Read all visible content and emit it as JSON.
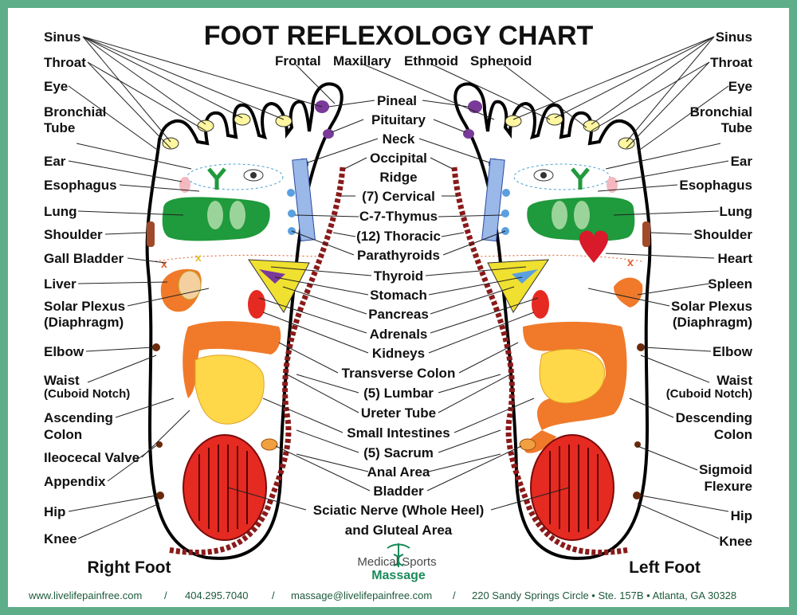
{
  "title": "FOOT REFLEXOLOGY CHART",
  "sinus_labels": {
    "frontal": "Frontal",
    "maxillary": "Maxillary",
    "ethmoid": "Ethmoid",
    "sphenoid": "Sphenoid"
  },
  "left_labels": {
    "sinus": "Sinus",
    "throat": "Throat",
    "eye": "Eye",
    "bronchial_1": "Bronchial",
    "bronchial_2": "Tube",
    "ear": "Ear",
    "esophagus": "Esophagus",
    "lung": "Lung",
    "shoulder": "Shoulder",
    "gall_bladder": "Gall Bladder",
    "liver": "Liver",
    "solar_1": "Solar Plexus",
    "solar_2": "(Diaphragm)",
    "elbow": "Elbow",
    "waist_1": "Waist",
    "waist_2": "(Cuboid Notch)",
    "ascending_1": "Ascending",
    "ascending_2": "Colon",
    "ileocecal": "Ileocecal Valve",
    "appendix": "Appendix",
    "hip": "Hip",
    "knee": "Knee"
  },
  "right_labels": {
    "sinus": "Sinus",
    "throat": "Throat",
    "eye": "Eye",
    "bronchial_1": "Bronchial",
    "bronchial_2": "Tube",
    "ear": "Ear",
    "esophagus": "Esophagus",
    "lung": "Lung",
    "shoulder": "Shoulder",
    "heart": "Heart",
    "spleen": "Spleen",
    "solar_1": "Solar Plexus",
    "solar_2": "(Diaphragm)",
    "elbow": "Elbow",
    "waist_1": "Waist",
    "waist_2": "(Cuboid Notch)",
    "descending_1": "Descending",
    "descending_2": "Colon",
    "sigmoid_1": "Sigmoid",
    "sigmoid_2": "Flexure",
    "hip": "Hip",
    "knee": "Knee"
  },
  "center_labels": {
    "pineal": "Pineal",
    "pituitary": "Pituitary",
    "neck": "Neck",
    "occipital_1": "Occipital",
    "occipital_2": "Ridge",
    "cervical": "(7) Cervical",
    "thymus": "C-7-Thymus",
    "thoracic": "(12) Thoracic",
    "parathyroids": "Parathyroids",
    "thyroid": "Thyroid",
    "stomach": "Stomach",
    "pancreas": "Pancreas",
    "adrenals": "Adrenals",
    "kidneys": "Kidneys",
    "transverse": "Transverse Colon",
    "lumbar": "(5) Lumbar",
    "ureter": "Ureter Tube",
    "small_int": "Small Intestines",
    "sacrum": "(5) Sacrum",
    "anal": "Anal Area",
    "bladder": "Bladder",
    "sciatic_1": "Sciatic Nerve (Whole Heel)",
    "sciatic_2": "and Gluteal Area"
  },
  "foot_titles": {
    "right": "Right Foot",
    "left": "Left Foot"
  },
  "logo": {
    "line1": "Medical Sports",
    "line2": "Massage"
  },
  "footer": {
    "website": "www.livelifepainfree.com",
    "phone": "404.295.7040",
    "email": "massage@livelifepainfree.com",
    "address": "220 Sandy Springs Circle • Ste. 157B • Atlanta, GA 30328",
    "separator": "/"
  },
  "colors": {
    "border": "#5fae8a",
    "lung": "#1f9a3c",
    "lung_light": "#9bd49a",
    "colon": "#f07a2a",
    "intestine": "#ffd84a",
    "heel": "#e52a22",
    "spine": "#8a1a1a",
    "stomach": "#f0e030",
    "heart": "#d81a2a"
  }
}
